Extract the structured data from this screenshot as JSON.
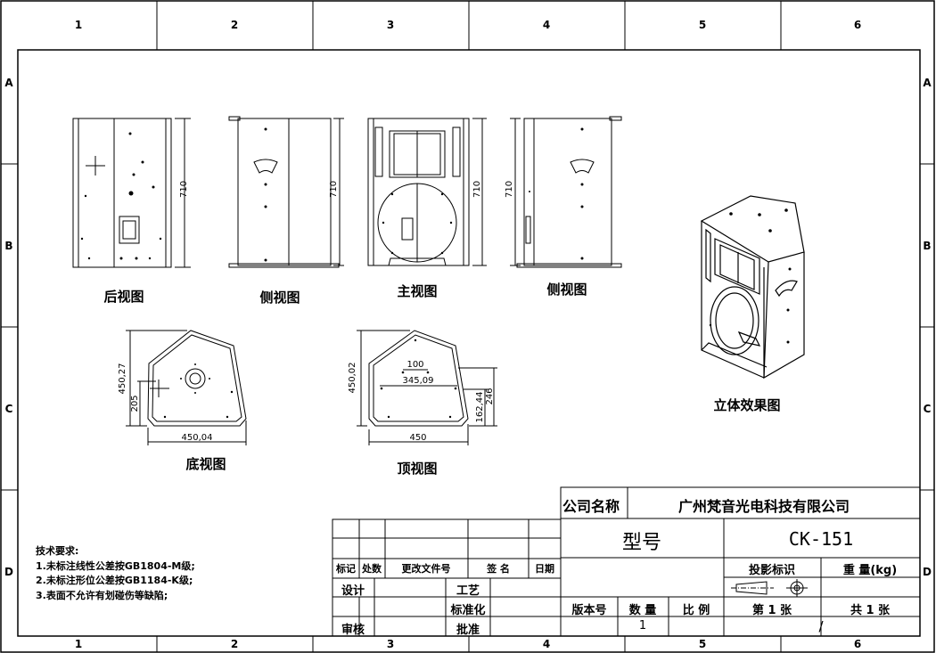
{
  "grid": {
    "columns": [
      "1",
      "2",
      "3",
      "4",
      "5",
      "6"
    ],
    "rows": [
      "A",
      "B",
      "C",
      "D"
    ]
  },
  "views": {
    "rear": "后视图",
    "side_left": "侧视图",
    "front": "主视图",
    "side_right": "侧视图",
    "bottom": "底视图",
    "top": "顶视图",
    "iso": "立体效果图"
  },
  "dimensions": {
    "height": "710",
    "bottom_depth": "450,27",
    "bottom_inner": "205",
    "bottom_width": "450,04",
    "top_depth": "450,02",
    "top_width": "450",
    "top_hole_spacing": "100",
    "top_span": "345,09",
    "top_offset_a": "162,44",
    "top_offset_b": "246"
  },
  "notes": {
    "title": "技术要求:",
    "items": [
      "1.未标注线性公差按GB1804-M级;",
      "2.未标注形位公差按GB1184-K级;",
      "3.表面不允许有划碰伤等缺陷;"
    ]
  },
  "title_block": {
    "company_label": "公司名称",
    "company_name": "广州梵音光电科技有限公司",
    "model_label": "型号",
    "model_value": "CK-151",
    "rev_headers": [
      "标记",
      "处数",
      "更改文件号",
      "签  名",
      "日期"
    ],
    "design": "设计",
    "process": "工艺",
    "standardize": "标准化",
    "review": "审核",
    "approve": "批准",
    "projection": "投影标识",
    "weight": "重  量(kg)",
    "version": "版本号",
    "quantity": "数  量",
    "scale": "比  例",
    "sheet_no": "第  1  张",
    "sheet_total": "共  1  张",
    "quantity_value": "1",
    "scale_value": "/"
  }
}
